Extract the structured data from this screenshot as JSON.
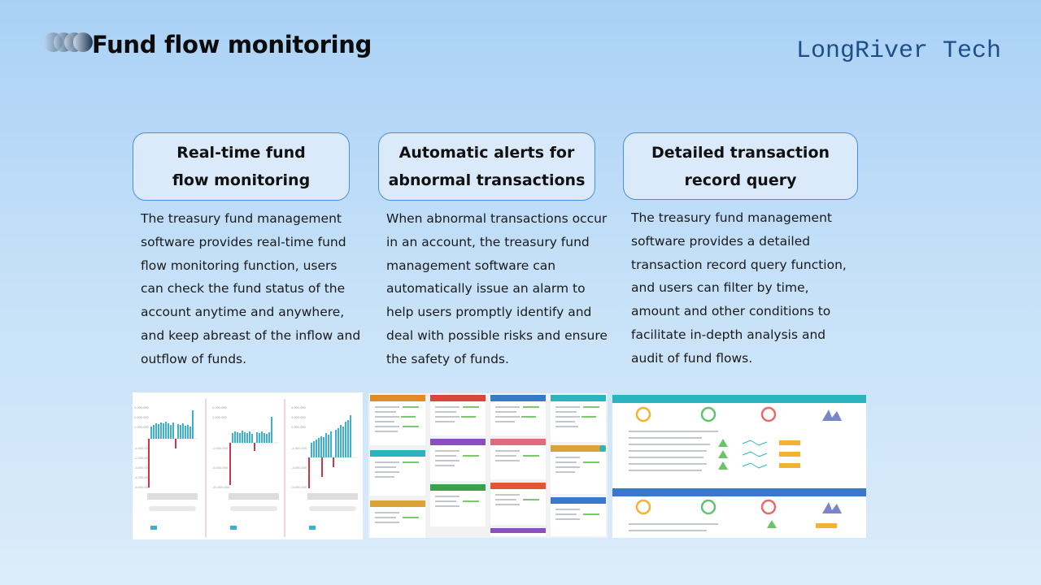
{
  "header": {
    "title": "Fund flow monitoring",
    "brand": "LongRiver Tech"
  },
  "features": [
    {
      "heading": "Real-time fund\nflow monitoring",
      "description": "The treasury fund management software provides real-time fund flow monitoring function, users can check the fund status of the account anytime and anywhere, and keep abreast of the inflow and outflow of funds."
    },
    {
      "heading": "Automatic alerts for\nabnormal transactions",
      "description": "When abnormal transactions occur in an account, the treasury fund management software can automatically issue an alarm to help users promptly identify and deal with possible risks and ensure the safety of funds."
    },
    {
      "heading": "Detailed transaction\nrecord query",
      "description": "The treasury fund management software provides a detailed transaction record query function, and users can filter by time, amount and other conditions to facilitate in-depth analysis and audit of fund flows."
    }
  ],
  "colors": {
    "accent": "#4a8fd8",
    "card_fill": "#dbeafa",
    "brand_text": "#1f4e8c",
    "bar_positive": "#3bb0d1",
    "bar_negative": "#c8374a"
  }
}
